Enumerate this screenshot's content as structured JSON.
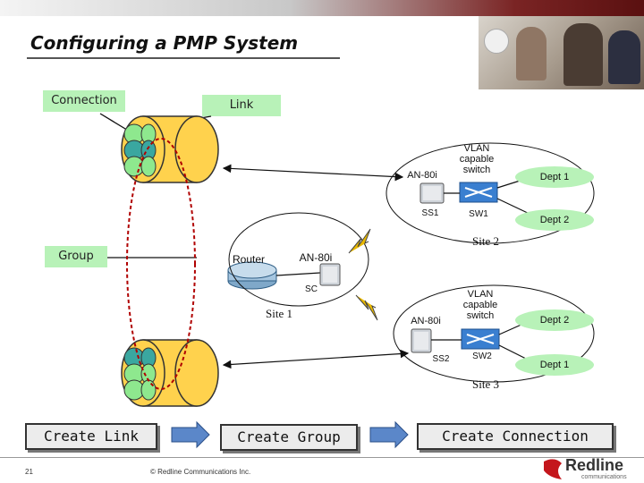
{
  "slide": {
    "title": "Configuring a PMP System",
    "page_number": "21",
    "copyright": "© Redline Communications Inc.",
    "brand": "Redline",
    "brand_sub": "communications"
  },
  "concepts": {
    "connection": "Connection",
    "link": "Link",
    "group": "Group"
  },
  "site2": {
    "radio": "AN-80i",
    "switch_label": "VLAN capable switch",
    "ss_label": "SS1",
    "sw_label": "SW1",
    "dept_top": "Dept 1",
    "dept_bottom": "Dept 2",
    "site_label": "Site 2"
  },
  "site1": {
    "router": "Router",
    "radio": "AN-80i",
    "sc_label": "SC",
    "site_label": "Site 1"
  },
  "site3": {
    "radio": "AN-80i",
    "switch_label": "VLAN capable switch",
    "ss_label": "SS2",
    "sw_label": "SW2",
    "dept_top": "Dept 2",
    "dept_bottom": "Dept 1",
    "site_label": "Site 3"
  },
  "flow": {
    "step1": "Create Link",
    "step2": "Create Group",
    "step3": "Create Connection"
  },
  "colors": {
    "label_green": "#b8f2b8",
    "pipe_yellow": "#ffd24d",
    "connector_green": "#8ee88e",
    "connector_teal": "#3aa7a0",
    "group_ellipse": "#b00000",
    "arrow_blue": "#5b87c9",
    "lightning": "#e8b800"
  }
}
